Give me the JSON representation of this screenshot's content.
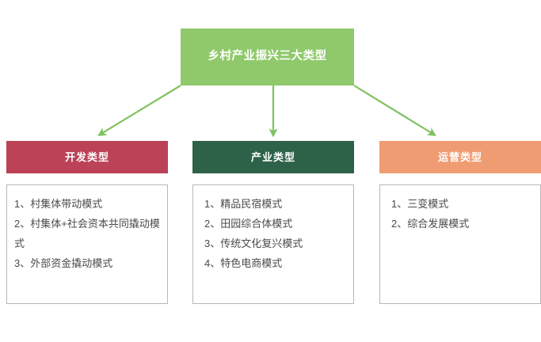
{
  "diagram": {
    "title": "乡村产业振兴三大类型",
    "colors": {
      "title_box": "#8FC96B",
      "arrow": "#7FC161",
      "development_header": "#BC4257",
      "industry_header": "#2D6248",
      "operation_header": "#F09C73",
      "content_border": "#b7b7b7",
      "header_text": "#ffffff",
      "body_text": "#4a4a4a"
    },
    "columns": [
      {
        "header": "开发类型",
        "items": [
          "1、村集体带动模式",
          "2、村集体+社会资本共同撬动模式",
          "3、外部资金撬动模式"
        ]
      },
      {
        "header": "产业类型",
        "items": [
          "1、精品民宿模式",
          "2、田园综合体模式",
          "3、传统文化复兴模式",
          "4、特色电商模式"
        ]
      },
      {
        "header": "运营类型",
        "items": [
          "1、三变模式",
          "2、综合发展模式"
        ]
      }
    ],
    "connectors": [
      {
        "name": "arrow-to-development",
        "direction": "diagonal-left-down"
      },
      {
        "name": "arrow-to-industry",
        "direction": "vertical-down"
      },
      {
        "name": "arrow-to-operation",
        "direction": "diagonal-right-down"
      }
    ]
  }
}
